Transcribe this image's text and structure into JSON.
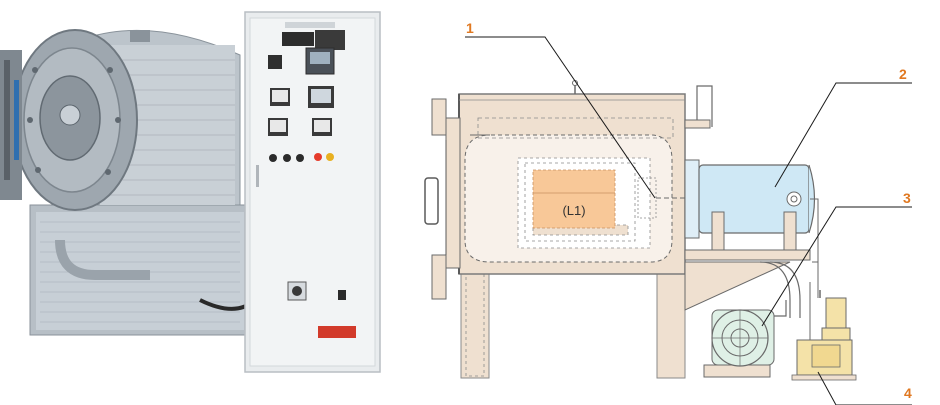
{
  "diagram": {
    "callouts": [
      "1",
      "2",
      "3",
      "4"
    ],
    "inner_label": "(L1)"
  },
  "colors": {
    "callout_text": "#e07820",
    "shell_fill": "#efe0d0",
    "vessel_blue": "#cfe8f5",
    "pump_green": "#dff0e6",
    "vacuum_yellow": "#f4e2a8",
    "load_orange": "#f8c898",
    "cabinet": "#e9ecee",
    "furnace_body": "#b9c0c7"
  }
}
